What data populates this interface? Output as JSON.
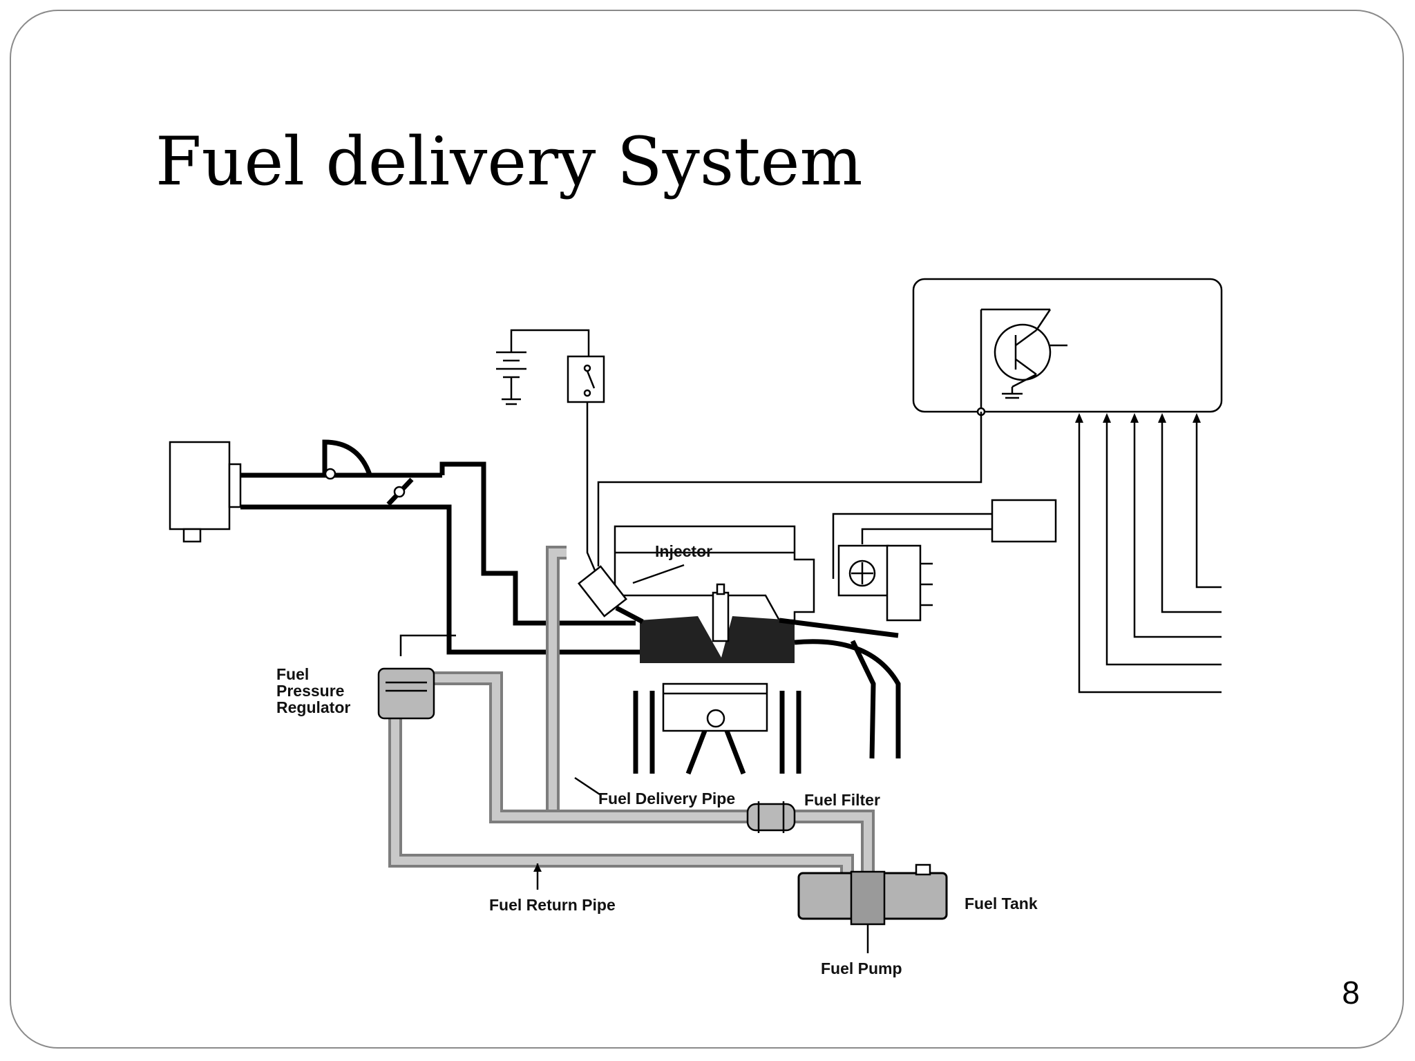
{
  "slide": {
    "title": "Fuel delivery System",
    "page_number": "8"
  },
  "labels": {
    "injector": "Injector",
    "pressure_regulator_line1": "Fuel",
    "pressure_regulator_line2": "Pressure",
    "pressure_regulator_line3": "Regulator",
    "delivery_pipe": "Fuel Delivery Pipe",
    "filter": "Fuel Filter",
    "return_pipe": "Fuel Return Pipe",
    "tank": "Fuel Tank",
    "pump": "Fuel Pump"
  },
  "colors": {
    "pipe": "#7d7d7d",
    "pipe_fill": "#c9c9c9",
    "line": "#000000",
    "border": "#8a8a8a"
  }
}
